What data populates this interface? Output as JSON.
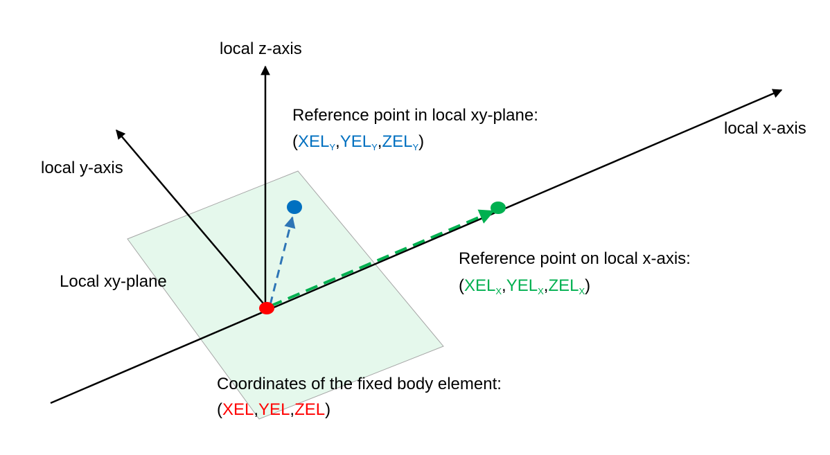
{
  "labels": {
    "z_axis": "local z-axis",
    "y_axis": "local y-axis",
    "x_axis": "local x-axis",
    "xy_plane": "Local xy-plane",
    "ref_y_title": "Reference point in local xy-plane:",
    "ref_x_title": "Reference point on local x-axis:",
    "fixed_title": "Coordinates of the fixed body element:"
  },
  "ref_y": {
    "open": "(",
    "x": "XEL",
    "y": "YEL",
    "z": "ZEL",
    "sub": "Y",
    "comma": ",",
    "close": ")"
  },
  "ref_x": {
    "open": "(",
    "x": "XEL",
    "y": "YEL",
    "z": "ZEL",
    "sub": "X",
    "comma": ",",
    "close": ")"
  },
  "fixed": {
    "open": "(",
    "x": "XEL",
    "y": "YEL",
    "z": "ZEL",
    "comma": ",",
    "close": ")"
  },
  "colors": {
    "plane_fill": "#E5F8EC",
    "plane_stroke": "#A6A6A6",
    "axis": "#000000",
    "origin_point": "#FF0000",
    "ref_y_point": "#0070C0",
    "ref_x_point": "#00B050",
    "ref_y_vector": "#2E75B6",
    "ref_x_vector": "#00B050"
  }
}
